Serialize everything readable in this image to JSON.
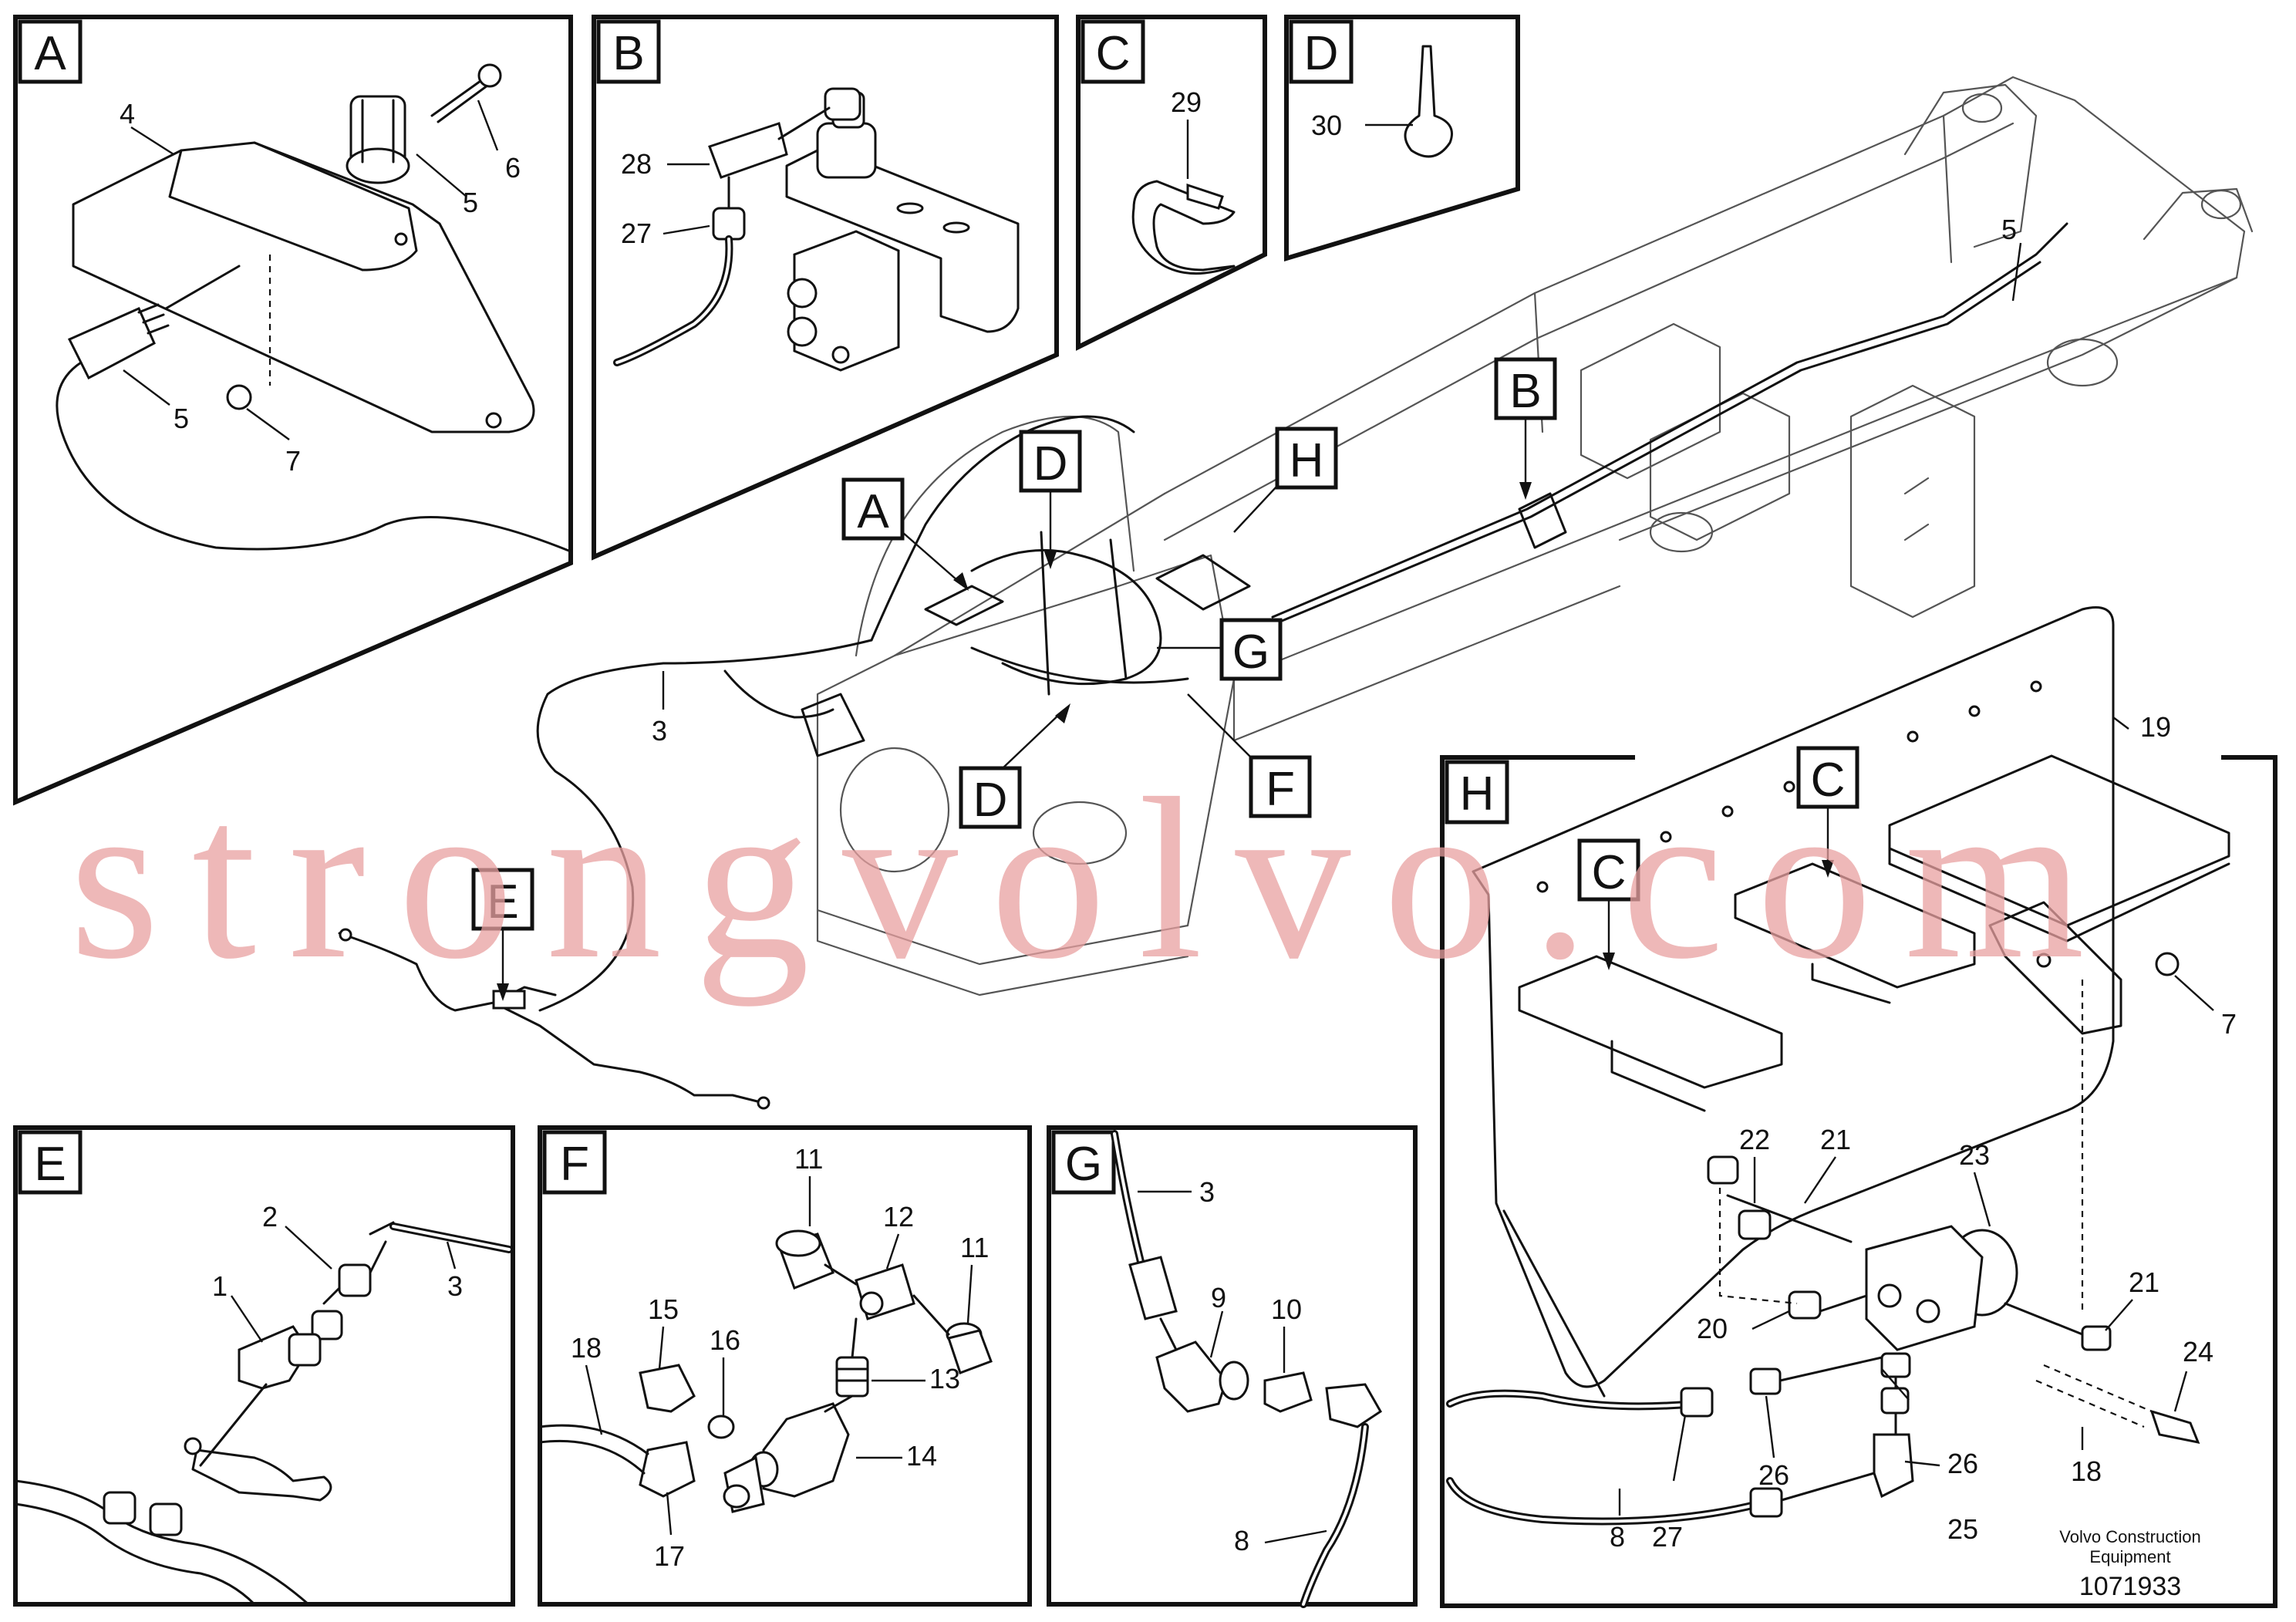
{
  "diagram": {
    "panels": [
      {
        "key": "A",
        "letter": "A",
        "callouts": [
          "4",
          "5",
          "6",
          "5",
          "7"
        ]
      },
      {
        "key": "B",
        "letter": "B",
        "callouts": [
          "28",
          "27"
        ]
      },
      {
        "key": "C",
        "letter": "C",
        "callouts": [
          "29"
        ]
      },
      {
        "key": "D",
        "letter": "D",
        "callouts": [
          "30"
        ]
      },
      {
        "key": "E",
        "letter": "E",
        "callouts": [
          "2",
          "1",
          "3"
        ]
      },
      {
        "key": "F",
        "letter": "F",
        "callouts": [
          "11",
          "12",
          "11",
          "15",
          "16",
          "13",
          "18",
          "14",
          "17"
        ]
      },
      {
        "key": "G",
        "letter": "G",
        "callouts": [
          "3",
          "9",
          "10",
          "8"
        ]
      },
      {
        "key": "H",
        "letter": "H",
        "callouts": [
          "19",
          "7",
          "22",
          "21",
          "23",
          "20",
          "21",
          "24",
          "26",
          "26",
          "25",
          "18",
          "8",
          "27"
        ]
      }
    ],
    "main_view": {
      "callouts": [
        "5",
        "3"
      ],
      "view_markers": [
        "B",
        "H",
        "D",
        "A",
        "G",
        "D",
        "F",
        "E"
      ]
    },
    "panel_h_markers": [
      "C",
      "C"
    ],
    "footer": {
      "company": "Volvo Construction",
      "company2": "Equipment",
      "drawing_number": "1071933"
    },
    "watermark": "strongvolvo.com"
  }
}
